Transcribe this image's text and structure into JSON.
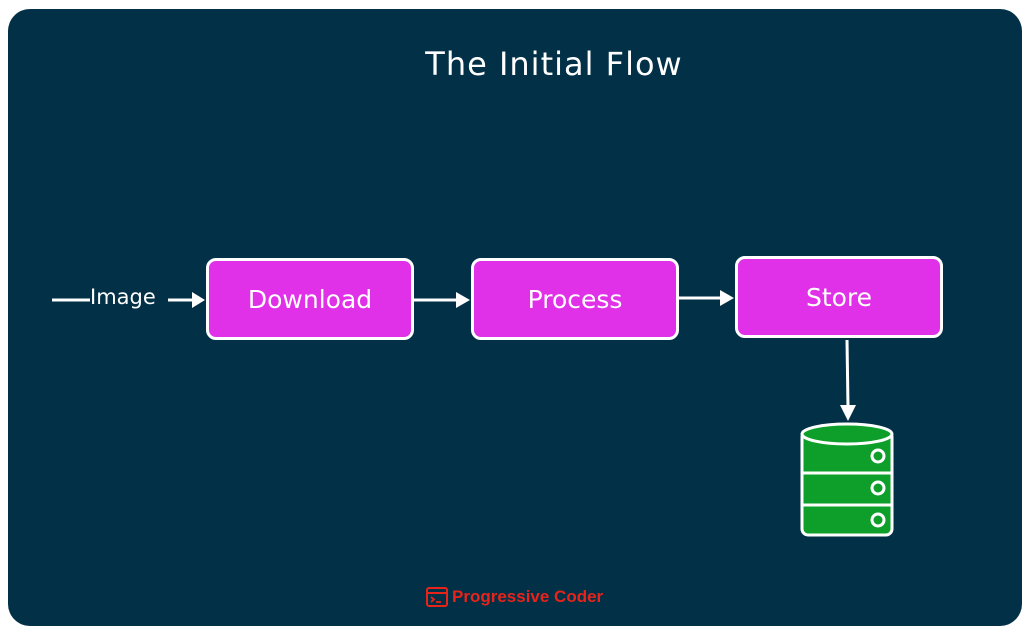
{
  "diagram": {
    "title": "The Initial Flow",
    "input_label": "Image",
    "nodes": [
      {
        "id": "download",
        "label": "Download"
      },
      {
        "id": "process",
        "label": "Process"
      },
      {
        "id": "store",
        "label": "Store"
      }
    ],
    "database_label": "",
    "colors": {
      "background": "#023047",
      "node_fill": "#e031e8",
      "node_border": "#ffffff",
      "database": "#0e9e2a",
      "footer": "#e8231a"
    }
  },
  "footer": {
    "brand": "Progressive Coder",
    "icon": "terminal-icon"
  }
}
